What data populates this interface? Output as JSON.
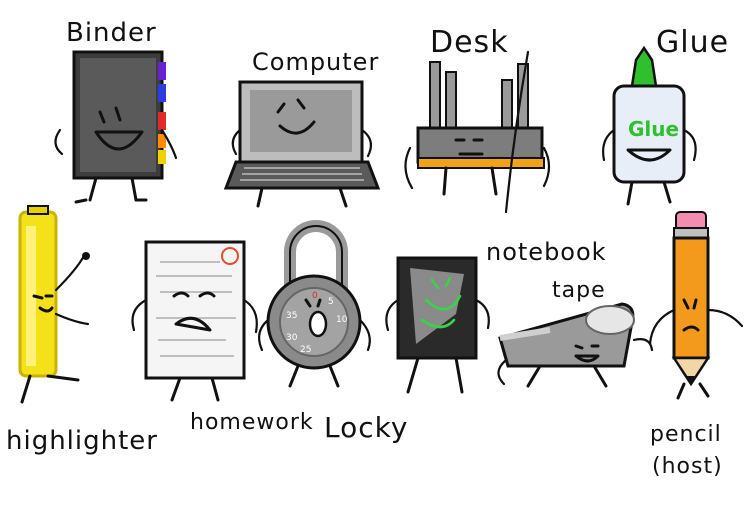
{
  "characters": [
    {
      "id": "binder",
      "label": "Binder"
    },
    {
      "id": "computer",
      "label": "Computer"
    },
    {
      "id": "desk",
      "label": "Desk"
    },
    {
      "id": "glue",
      "label": "Glue"
    },
    {
      "id": "highlighter",
      "label": "highlighter"
    },
    {
      "id": "homework",
      "label": "homework"
    },
    {
      "id": "locky",
      "label": "Locky"
    },
    {
      "id": "notebook",
      "label": "notebook"
    },
    {
      "id": "tape",
      "label": "tape"
    },
    {
      "id": "pencil",
      "label": "pencil",
      "sublabel": "(host)"
    }
  ],
  "glue_bottle_text": "Glue",
  "lock_numbers": [
    "0",
    "5",
    "35",
    "10",
    "30",
    "25"
  ],
  "colors": {
    "binder_tabs": [
      "#6a1fd1",
      "#2a3de0",
      "#e02a2a",
      "#ff8c00",
      "#f2d100"
    ],
    "highlighter": "#f5e11a",
    "glue_cap": "#2fbf2f",
    "desk_trim": "#f0a21b",
    "pencil_body": "#f39a1c",
    "pencil_eraser": "#f28cb1",
    "notebook_doodle": "#39d34a"
  }
}
